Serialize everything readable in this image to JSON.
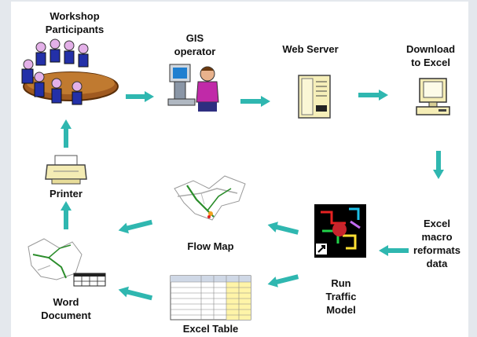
{
  "colors": {
    "arrow": "#2fb7b0",
    "background_outer": "#e4e8ed",
    "background_inner": "#ffffff"
  },
  "nodes": {
    "workshop": {
      "label": "Workshop\nParticipants",
      "icon": "meeting-table-icon"
    },
    "gis": {
      "label": "GIS\noperator",
      "icon": "computer-operator-icon"
    },
    "webserver": {
      "label": "Web Server",
      "icon": "server-tower-icon"
    },
    "download": {
      "label": "Download\nto Excel",
      "icon": "desktop-computer-icon"
    },
    "macro": {
      "label": "Excel\nmacro\nreformats\ndata",
      "icon": ""
    },
    "traffic": {
      "label": "Run\nTraffic\nModel",
      "icon": "traffic-model-app-icon"
    },
    "flowmap": {
      "label": "Flow Map",
      "icon": "flow-map-icon"
    },
    "exceltable": {
      "label": "Excel Table",
      "icon": "spreadsheet-table-icon"
    },
    "word": {
      "label": "Word\nDocument",
      "icon": "word-document-map-icon"
    },
    "printer": {
      "label": "Printer",
      "icon": "printer-icon"
    }
  }
}
